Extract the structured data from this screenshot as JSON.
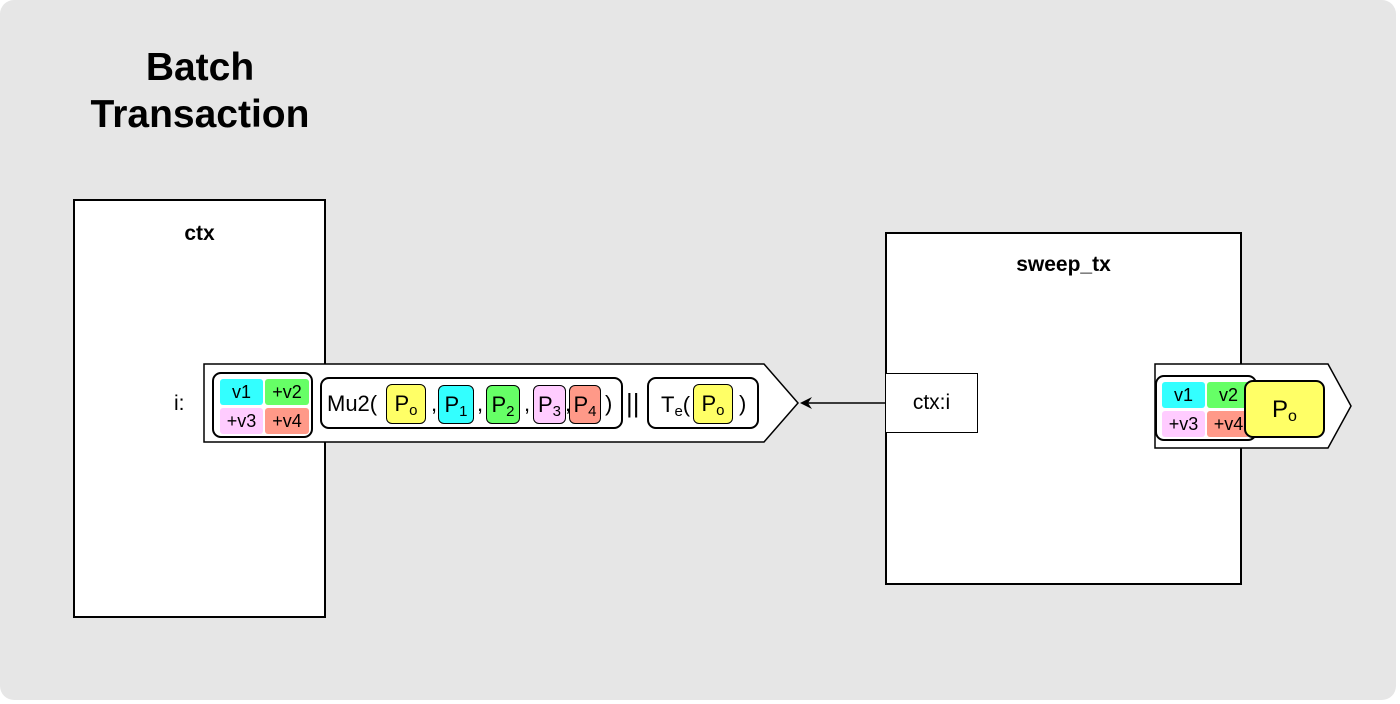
{
  "diagram": {
    "title_line1": "Batch",
    "title_line2": "Transaction",
    "ctx": {
      "label": "ctx",
      "input_label": "i:",
      "amounts": [
        "v1",
        "+v2",
        "+v3",
        "+v4"
      ],
      "mu2_prefix": "Mu2(",
      "mu2_keys": [
        {
          "base": "P",
          "sub": "o",
          "color": "#ffff66"
        },
        {
          "base": "P",
          "sub": "1",
          "color": "#33ffff"
        },
        {
          "base": "P",
          "sub": "2",
          "color": "#66ff66"
        },
        {
          "base": "P",
          "sub": "3",
          "color": "#ffccff"
        },
        {
          "base": "P",
          "sub": "4",
          "color": "#ff9988"
        }
      ],
      "separator": ",",
      "mu2_close": ")",
      "concat": "||",
      "te_base": "T",
      "te_sub": "e",
      "te_open": "(",
      "te_key": {
        "base": "P",
        "sub": "o",
        "color": "#ffff66"
      },
      "te_close": ")"
    },
    "sweep": {
      "label": "sweep_tx",
      "input_label": "ctx:i",
      "amounts": [
        "v1",
        "v2",
        "+v3",
        "+v4"
      ],
      "key": {
        "base": "P",
        "sub": "o",
        "color": "#ffff66"
      }
    },
    "colors": {
      "v1": "#33ffff",
      "v2": "#66ff66",
      "v3": "#ffccff",
      "v4": "#ff9988",
      "key_yellow": "#ffff66",
      "background": "#e6e6e6"
    }
  }
}
